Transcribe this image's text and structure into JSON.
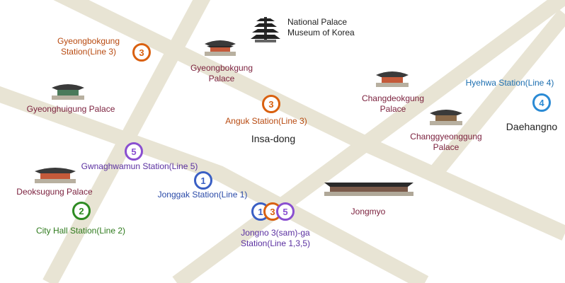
{
  "colors": {
    "road": "#e8e4d4",
    "palace_label": "#7a1f3c",
    "line1": "#3a5fc4",
    "line2": "#2e8b22",
    "line3": "#d9600f",
    "line4": "#2a8ad4",
    "line5": "#8a4fd0",
    "neutral_label": "#222222"
  },
  "places": {
    "national_museum": "National Palace\nMuseum of Korea",
    "gyeongbokgung_palace": "Gyeongbokgung\nPalace",
    "changdeokgung_palace": "Changdeokgung\nPalace",
    "changgyeonggung_palace": "Changgyeonggung\nPalace",
    "gyeonghuigung_palace": "Gyeonghuigung Palace",
    "deoksugung_palace": "Deoksugung Palace",
    "jongmyo": "Jongmyo",
    "insadong": "Insa-dong",
    "daehangno": "Daehangno"
  },
  "stations": {
    "gyeongbokgung": {
      "label": "Gyeongbokgung\nStation(Line 3)",
      "lines": [
        "3"
      ]
    },
    "anguk": {
      "label": "Anguk Station(Line 3)",
      "lines": [
        "3"
      ]
    },
    "hyehwa": {
      "label": "Hyehwa Station(Line 4)",
      "lines": [
        "4"
      ]
    },
    "gwanghwamun": {
      "label": "Gwnaghwamun Station(Line 5)",
      "lines": [
        "5"
      ]
    },
    "jonggak": {
      "label": "Jonggak Station(Line 1)",
      "lines": [
        "1"
      ]
    },
    "cityhall": {
      "label": "City Hall Station(Line 2)",
      "lines": [
        "2"
      ]
    },
    "jongno3ga": {
      "label": "Jongno 3(sam)-ga\nStation(Line 1,3,5)",
      "lines": [
        "1",
        "3",
        "5"
      ]
    }
  }
}
